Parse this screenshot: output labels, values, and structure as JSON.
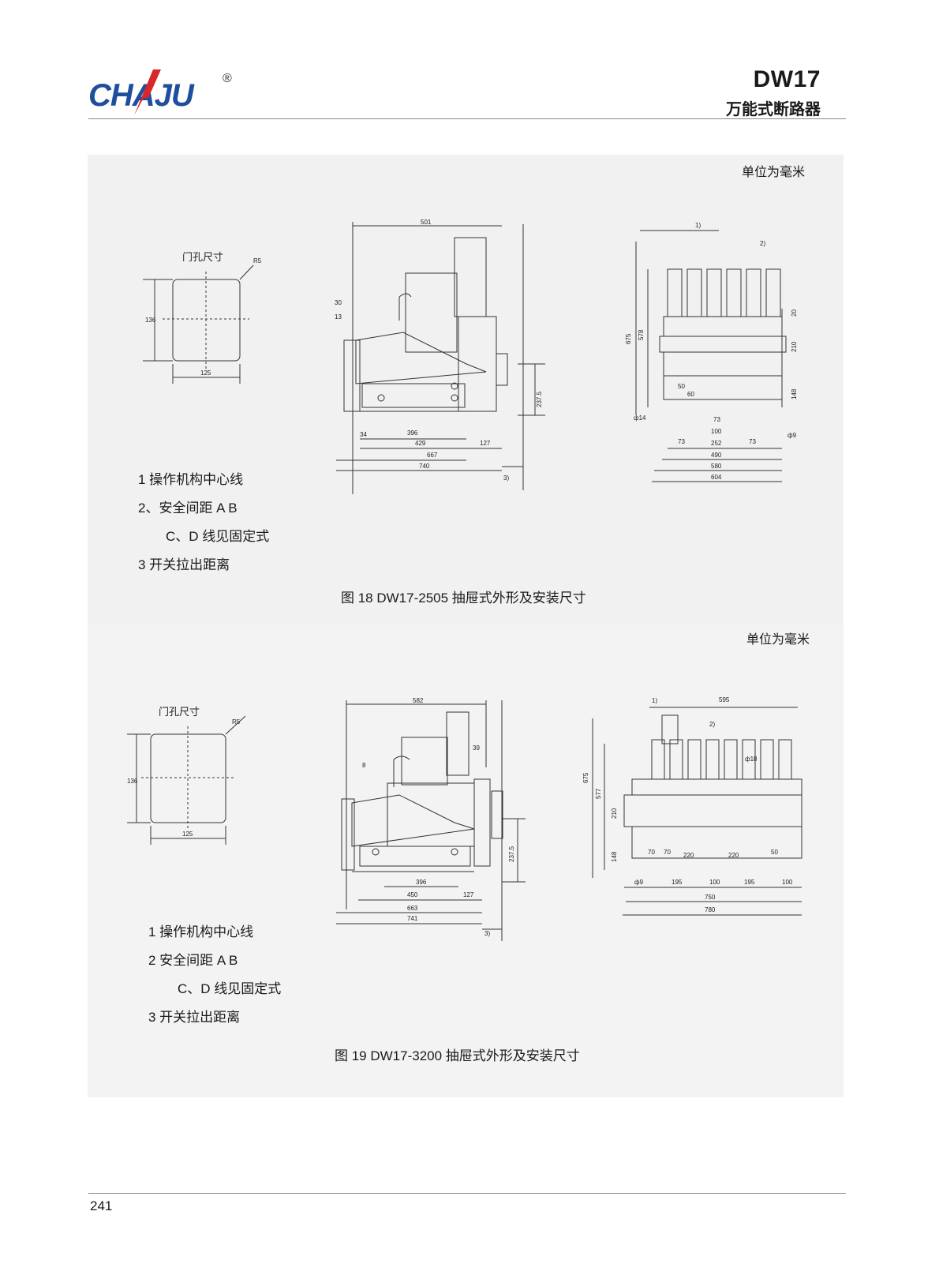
{
  "header": {
    "brand": "CHAJU",
    "reg": "®",
    "model": "DW17",
    "product_name": "万能式断路器"
  },
  "figure18": {
    "unit": "单位为毫米",
    "door_hole_title": "门孔尺寸",
    "door": {
      "r": "R5",
      "h": "136",
      "w": "125"
    },
    "side": {
      "top": "501",
      "d30": "30",
      "d13": "13",
      "h237": "237.5",
      "b34": "34",
      "b396": "396",
      "b429": "429",
      "b127": "127",
      "b667": "667",
      "b740": "740",
      "b3": "3)"
    },
    "front": {
      "n1": "1)",
      "n2": "2)",
      "h675": "675",
      "h578": "578",
      "r20": "20",
      "r210": "210",
      "r148": "148",
      "d14": "ф14",
      "d9": "ф9",
      "w50": "50",
      "w60": "60",
      "w73a": "73",
      "w100": "100",
      "w73b": "73",
      "w252": "252",
      "w73c": "73",
      "w490": "490",
      "w580": "580",
      "w604": "604"
    },
    "notes": [
      "1  操作机构中心线",
      "2、安全间距 A  B",
      "C、D 线见固定式",
      "3  开关拉出距离"
    ],
    "caption": "图 18   DW17-2505 抽屉式外形及安装尺寸"
  },
  "figure19": {
    "unit": "单位为毫米",
    "door_hole_title": "门孔尺寸",
    "door": {
      "r": "R5",
      "h": "136",
      "w": "125"
    },
    "side": {
      "top": "582",
      "d39": "39",
      "d8": "8",
      "h237": "237.5",
      "b396": "396",
      "b450": "450",
      "b127": "127",
      "b663": "663",
      "b741": "741",
      "b3": "3)"
    },
    "front": {
      "n1": "1)",
      "n2": "2)",
      "top595": "595",
      "d18": "ф18",
      "h675": "675",
      "h577": "577",
      "h210": "210",
      "h148": "148",
      "w70a": "70",
      "w70b": "70",
      "w220a": "220",
      "w220b": "220",
      "w50": "50",
      "d9": "ф9",
      "w195a": "195",
      "w100a": "100",
      "w195b": "195",
      "w100b": "100",
      "w750": "750",
      "w780": "780"
    },
    "notes": [
      "1    操作机构中心线",
      "2    安全间距 A    B",
      "C、D 线见固定式",
      "3    开关拉出距离"
    ],
    "caption": "图 19  DW17-3200 抽屉式外形及安装尺寸"
  },
  "footer": {
    "page_number": "241"
  },
  "colors": {
    "brand_blue": "#1f4f9c",
    "brand_red": "#d8262b",
    "panel_bg": "#f1f1f1"
  }
}
